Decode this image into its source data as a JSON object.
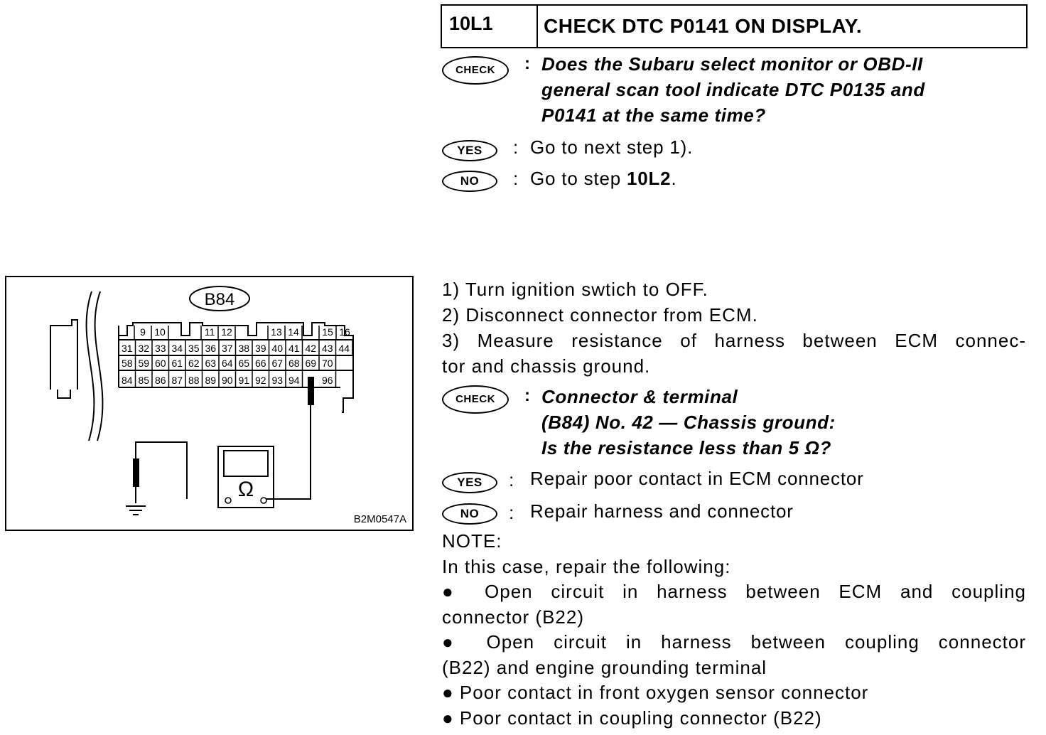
{
  "step": {
    "id": "10L1",
    "title": "CHECK DTC P0141 ON DISPLAY.",
    "check_badge": "CHECK",
    "check_question_lines": [
      "Does the Subaru select monitor or OBD-II",
      "general scan tool indicate DTC P0135 and",
      "P0141 at the same time?"
    ],
    "yes_badge": "YES",
    "yes_text": "Go to next step 1).",
    "no_badge": "NO",
    "no_text_prefix": "Go to step ",
    "no_text_ref": "10L2",
    "no_text_suffix": "."
  },
  "procedure": {
    "steps": [
      "1)  Turn ignition swtich to OFF.",
      "2)  Disconnect connector from ECM.",
      "3)  Measure resistance of harness between ECM connec-",
      "tor and chassis ground."
    ],
    "check_badge": "CHECK",
    "check_lines": [
      "Connector & terminal",
      "(B84) No. 42 — Chassis ground:",
      "Is the resistance less than 5 Ω?"
    ],
    "yes_badge": "YES",
    "yes_text": "Repair poor contact in ECM connector",
    "no_badge": "NO",
    "no_text": "Repair harness and connector"
  },
  "note": {
    "heading": "NOTE:",
    "intro": "In this case, repair the following:",
    "lines": [
      "● Open circuit in harness between ECM and coupling",
      "connector (B22)",
      "● Open circuit in harness between coupling connector",
      "(B22) and engine grounding terminal",
      "● Poor contact in front oxygen sensor connector",
      "● Poor contact in coupling connector (B22)"
    ]
  },
  "figure": {
    "connector_label": "B84",
    "code": "B2M0547A",
    "meter_symbol": "Ω",
    "top_row": [
      "9",
      "10",
      "11",
      "12",
      "13",
      "14",
      "15",
      "16"
    ],
    "row1": [
      "31",
      "32",
      "33",
      "34",
      "35",
      "36",
      "37",
      "38",
      "39",
      "40",
      "41",
      "42",
      "43",
      "44"
    ],
    "row2": [
      "58",
      "59",
      "60",
      "61",
      "62",
      "63",
      "64",
      "65",
      "66",
      "67",
      "68",
      "69",
      "70"
    ],
    "row3": [
      "84",
      "85",
      "86",
      "87",
      "88",
      "89",
      "90",
      "91",
      "92",
      "93",
      "94",
      "96"
    ]
  }
}
